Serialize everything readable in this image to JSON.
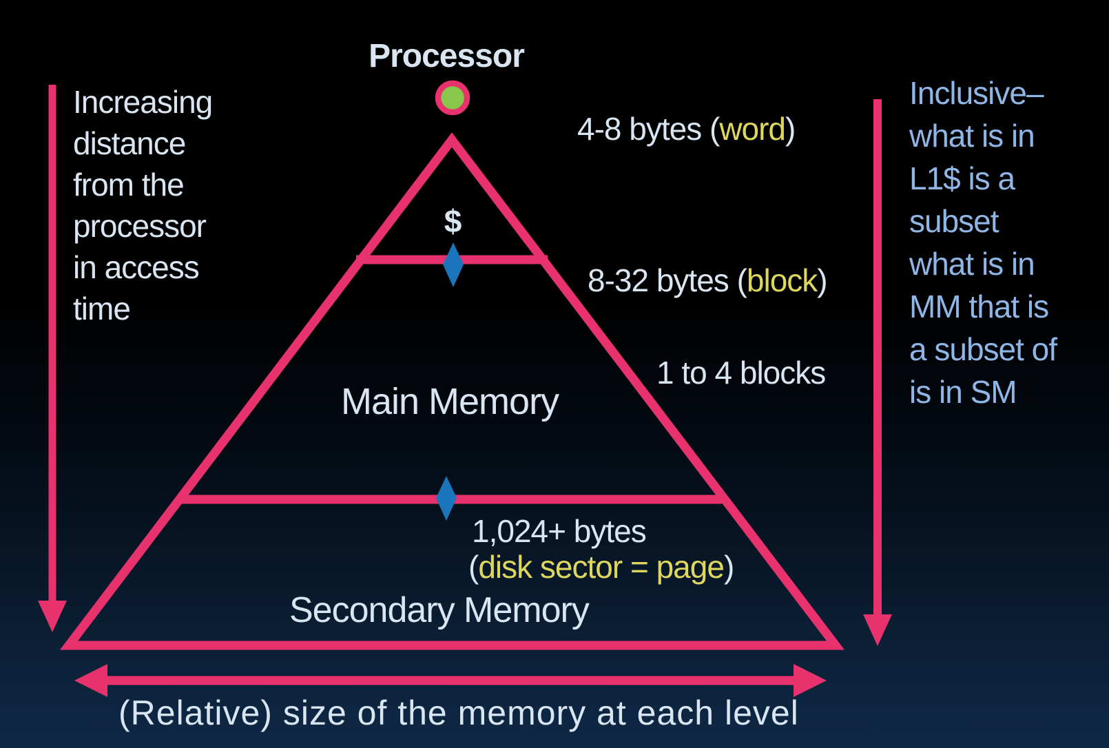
{
  "slide": {
    "title": "Processor",
    "cache_symbol": "$",
    "left_note": "Increasing\ndistance\nfrom the\nprocessor\nin access\ntime",
    "right_note": "Inclusive–\nwhat is in\nL1$ is a\nsubset\nwhat is in\nMM that is\na subset of\nis in SM",
    "levels": {
      "main_memory": "Main Memory",
      "secondary_memory": "Secondary  Memory"
    },
    "annotations": {
      "word": {
        "prefix": "4-8 bytes (",
        "highlight": "word",
        "suffix": ")"
      },
      "block": {
        "prefix": "8-32 bytes (",
        "highlight": "block",
        "suffix": ")"
      },
      "blocks": "1 to 4 blocks",
      "page_line1": "1,024+ bytes",
      "page_line2": {
        "prefix": "(",
        "highlight": "disk sector = page",
        "suffix": ")"
      }
    },
    "bottom_caption": "(Relative) size of the memory at each level",
    "colors": {
      "accent_pink": "#e7326e",
      "text_light": "#d9e6f2",
      "text_blue": "#8fb6e6",
      "highlight_yellow": "#ded75e",
      "diamond_blue": "#1c74ba",
      "processor_green": "#88c64c",
      "background_top": "#000000",
      "background_bottom": "#0e2846"
    }
  }
}
